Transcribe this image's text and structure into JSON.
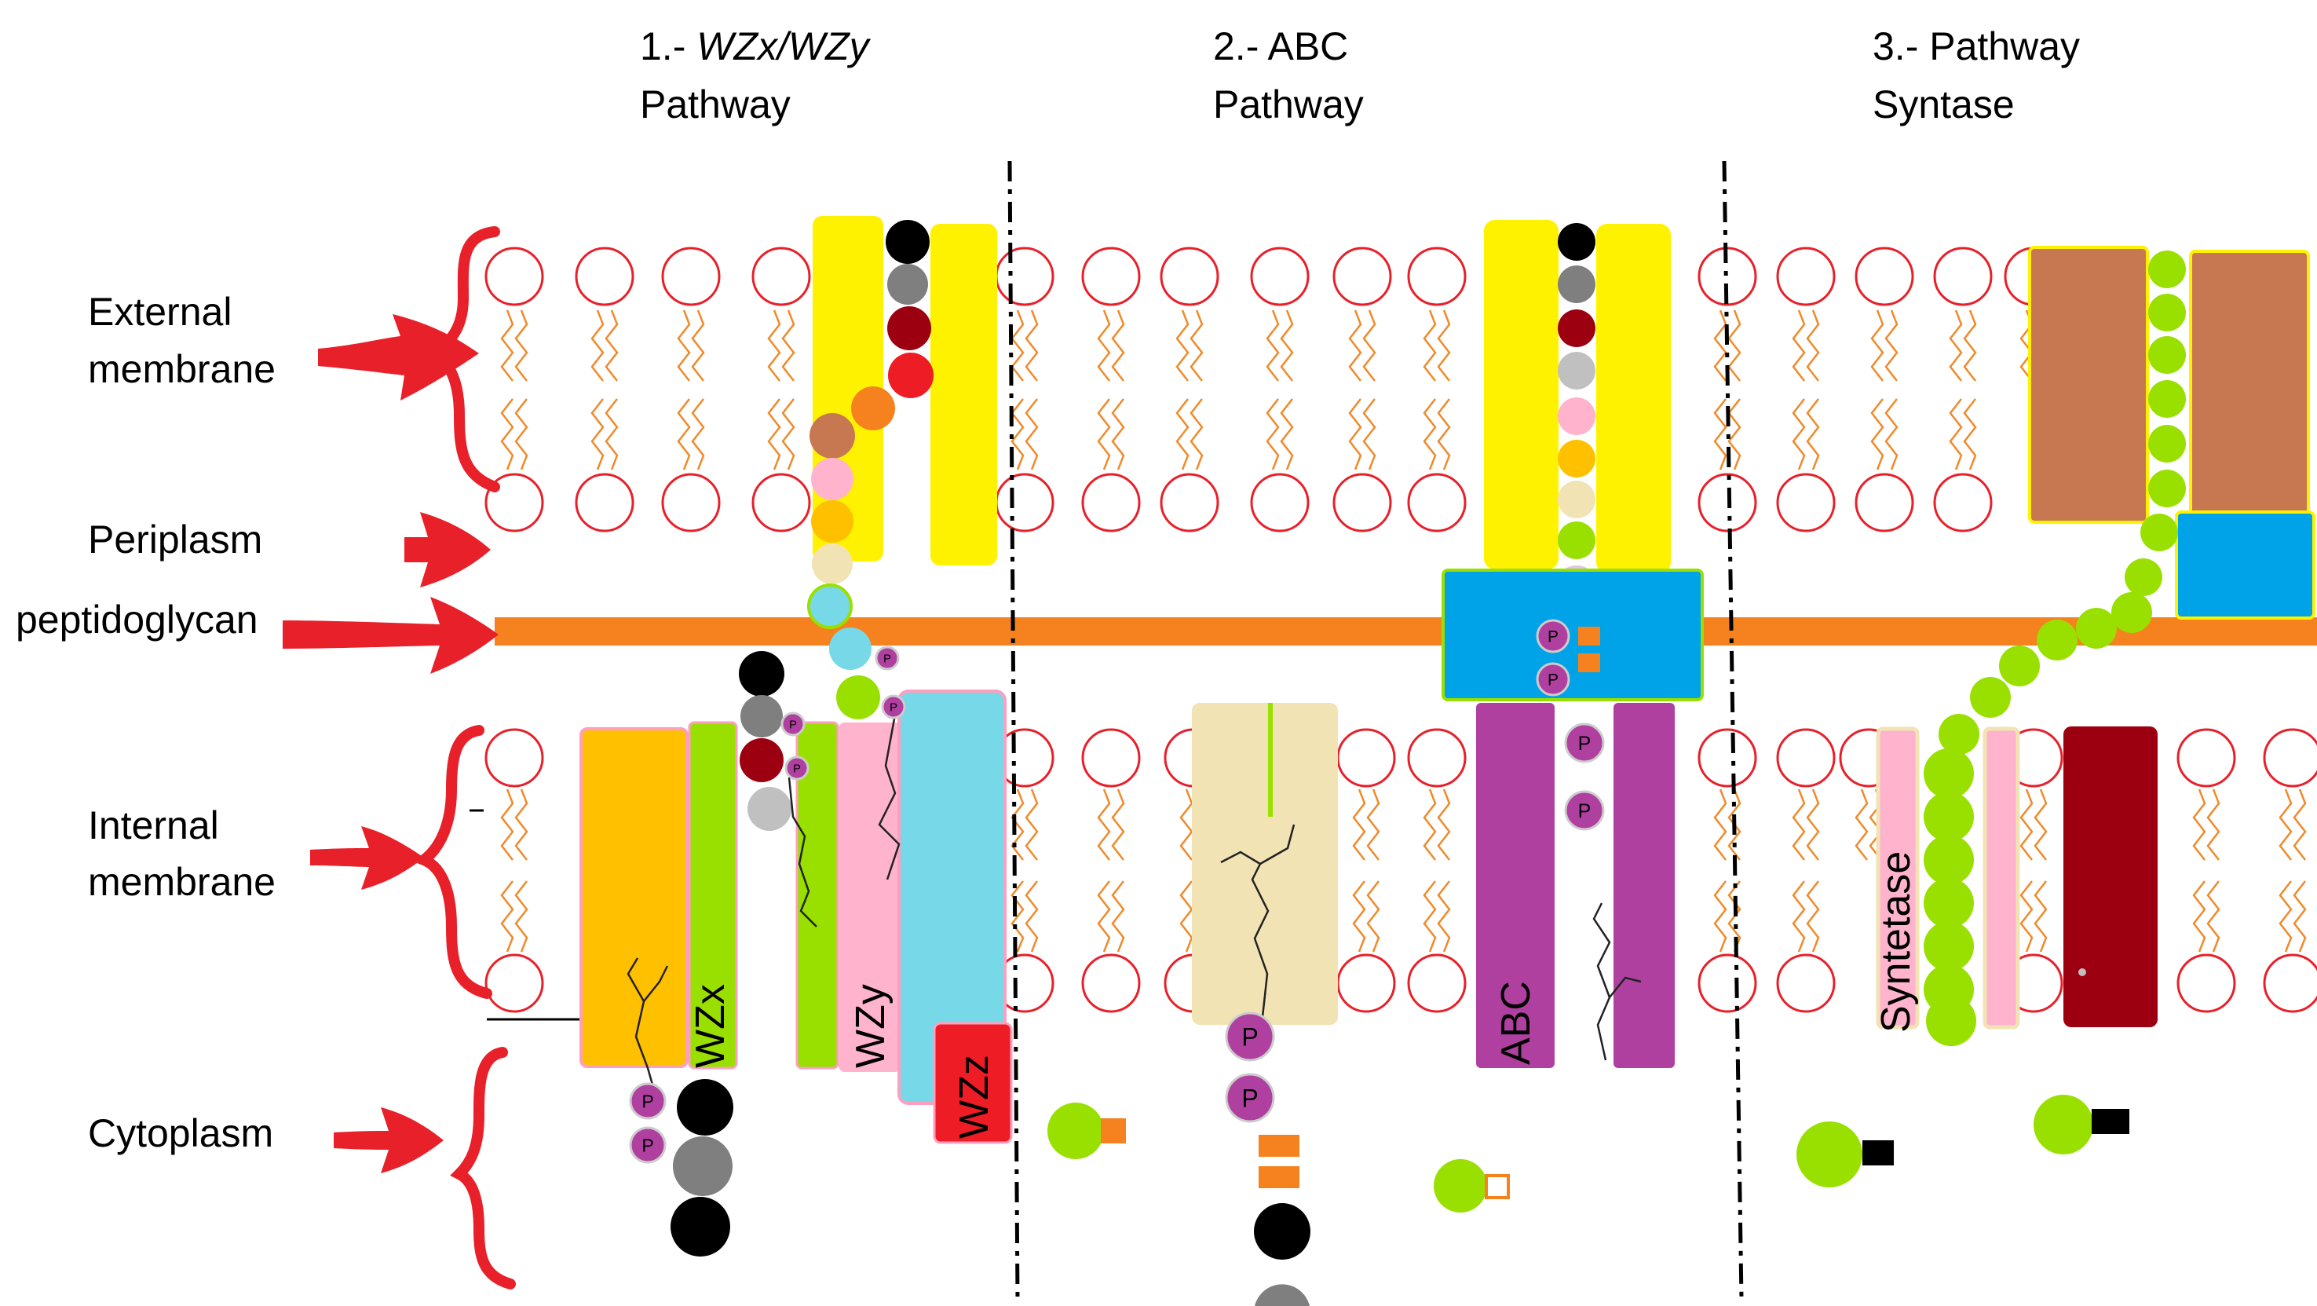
{
  "titles": {
    "wz_num": "1.- ",
    "wz_name": "WZx/WZy",
    "wz_word": "Pathway",
    "abc_line1": "2.- ABC",
    "abc_line2": "Pathway",
    "syn_line1": "3.- Pathway",
    "syn_line2": "Syntase"
  },
  "regions": {
    "external_line1": "External",
    "external_line2": "membrane",
    "periplasm": "Periplasm",
    "peptidoglycan": "peptidoglycan",
    "internal_line1": "Internal",
    "internal_line2": "membrane",
    "cytoplasm": "Cytoplasm"
  },
  "proteins": {
    "wzx": "WZx",
    "wzy": "WZy",
    "wzz": "WZz",
    "abc": "ABC",
    "syntetase": "Syntetase"
  },
  "phosphate_symbol": "P",
  "colors": {
    "lipid_head": "#e8202a",
    "lipid_tail": "#f08a2a",
    "peptidoglycan": "#f5821f",
    "arrow": "#e8202a",
    "outer_porin": "#fff200",
    "wzx": "#99e000",
    "wzy": "#ffb3cc",
    "wzz": "#ee1c24",
    "polymerase_orange": "#ffc000",
    "cyan": "#77d8e8",
    "abc_purple": "#b040a0",
    "abc_beige": "#f2e3b5",
    "blue_box": "#00a2e8",
    "syn_brown": "#c87850",
    "syn_darkred": "#9c0010",
    "sugar_green": "#99e000"
  }
}
